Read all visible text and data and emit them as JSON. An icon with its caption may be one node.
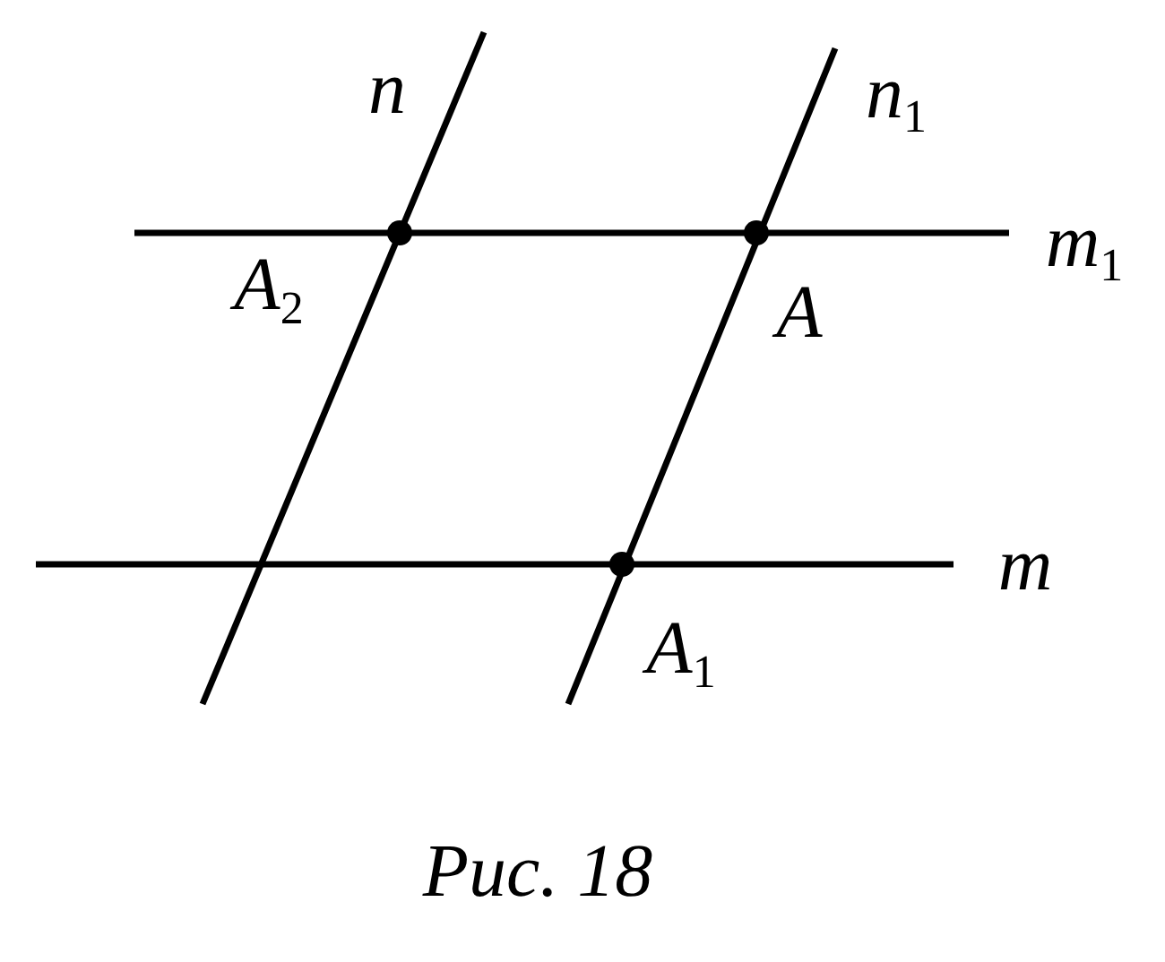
{
  "diagram": {
    "caption": "Рис. 18",
    "labels": [
      "n",
      "n$_{1}$",
      "m$_{1}$",
      "A$_{2}$",
      "A",
      "m",
      "A$_{1}$"
    ]
  }
}
